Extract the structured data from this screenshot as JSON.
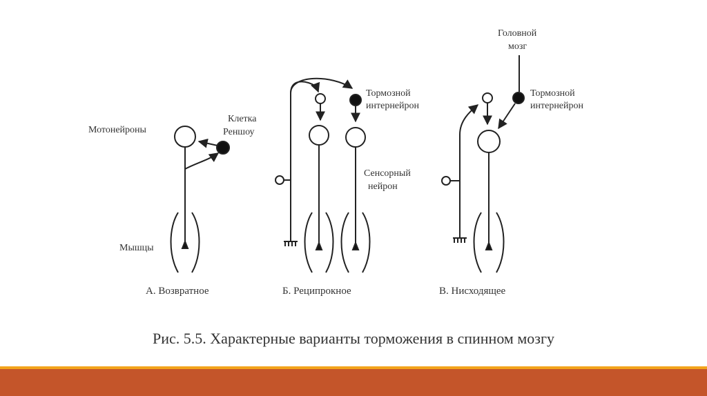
{
  "colors": {
    "ink": "#222222",
    "bar_orange": "#f3a41c",
    "bar_rust": "#c4552a"
  },
  "labels": {
    "motoneurons": "Мотонейроны",
    "renshaw_1": "Клетка",
    "renshaw_2": "Реншоу",
    "muscles": "Мышцы",
    "inhib_b_1": "Тормозной",
    "inhib_b_2": "интернейрон",
    "sensory_1": "Сенсорный",
    "sensory_2": "нейрон",
    "brain_1": "Головной",
    "brain_2": "мозг",
    "inhib_c_1": "Тормозной",
    "inhib_c_2": "интернейрон"
  },
  "panels": {
    "a": "А. Возвратное",
    "b": "Б. Реципрокное",
    "c": "В. Нисходящее"
  },
  "caption": "Рис. 5.5.  Характерные варианты торможения в спинном мозгу"
}
